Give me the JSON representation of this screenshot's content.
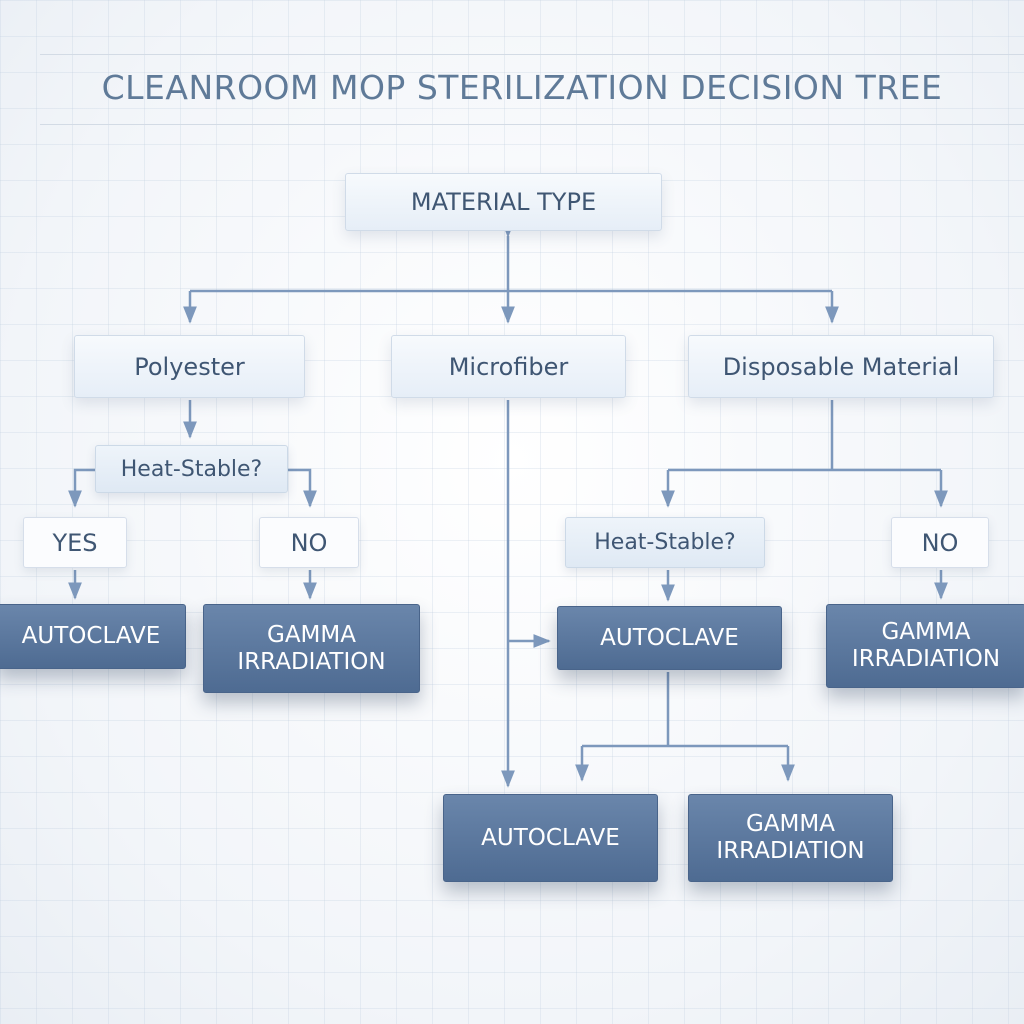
{
  "title": "CLEANROOM MOP STERILIZATION DECISION TREE",
  "colors": {
    "accent": "#5b78a0",
    "connector": "#7d98bc",
    "light_node": "#e6eef7",
    "dark_node": "#55729a",
    "text": "#3f5673"
  },
  "root": {
    "label": "MATERIAL TYPE"
  },
  "branches": {
    "polyester": {
      "label": "Polyester",
      "question": "Heat-Stable?",
      "yes": {
        "label": "YES",
        "result": "AUTOCLAVE"
      },
      "no": {
        "label": "NO",
        "result_line1": "GAMMA",
        "result_line2": "IRRADIATION"
      }
    },
    "microfiber": {
      "label": "Microfiber",
      "result": "AUTOCLAVE",
      "outcomes": [
        {
          "label": "AUTOCLAVE"
        },
        {
          "line1": "GAMMA",
          "line2": "IRRADIATION"
        }
      ]
    },
    "disposable": {
      "label": "Disposable Material",
      "question": "Heat-Stable?",
      "no": {
        "label": "NO",
        "result_line1": "GAMMA",
        "result_line2": "IRRADIATION"
      }
    }
  }
}
